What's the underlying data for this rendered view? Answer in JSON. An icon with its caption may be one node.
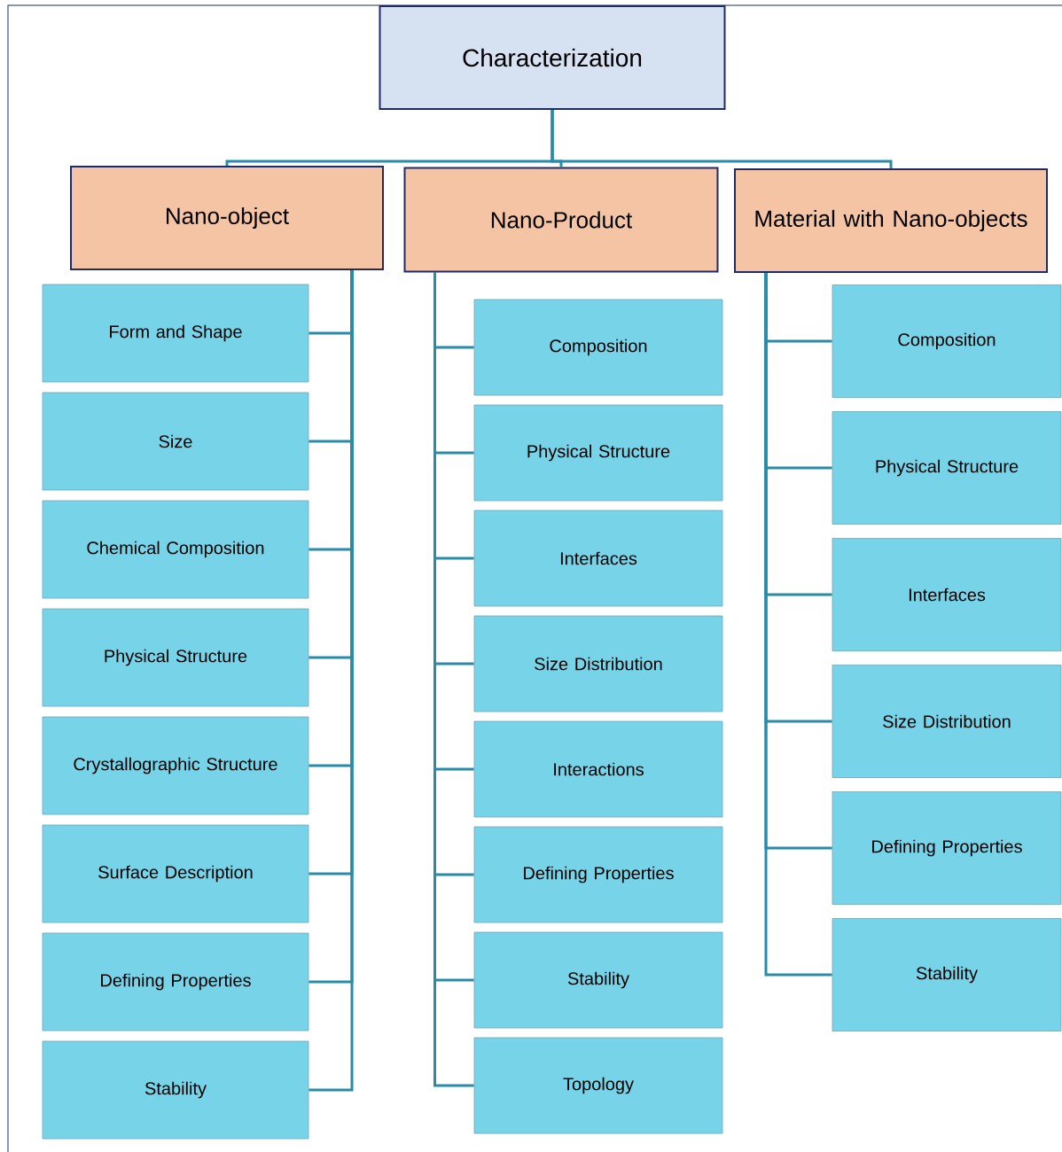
{
  "diagram": {
    "nodes": [
      {
        "text": [
          "Characterization"
        ]
      },
      {
        "text": [
          "Nano-object"
        ]
      },
      {
        "text": [
          "Nano-Product"
        ]
      },
      {
        "text": [
          "Material with Nano-objects"
        ]
      },
      {
        "text": [
          "Form and Shape"
        ]
      },
      {
        "text": [
          "Size"
        ]
      },
      {
        "text": [
          "Chemical Composition"
        ]
      },
      {
        "text": [
          "Physical Structure"
        ]
      },
      {
        "text": [
          "Crystallographic Structure"
        ]
      },
      {
        "text": [
          "Surface Description"
        ]
      },
      {
        "text": [
          "Defining Properties"
        ]
      },
      {
        "text": [
          "Stability"
        ]
      },
      {
        "text": [
          "Composition"
        ]
      },
      {
        "text": [
          "Physical Structure"
        ]
      },
      {
        "text": [
          "Interfaces"
        ]
      },
      {
        "text": [
          "Size Distribution"
        ]
      },
      {
        "text": [
          "Interactions"
        ]
      },
      {
        "text": [
          "Defining Properties"
        ]
      },
      {
        "text": [
          "Stability"
        ]
      },
      {
        "text": [
          "Topology"
        ]
      },
      {
        "text": [
          "Composition"
        ]
      },
      {
        "text": [
          "Physical Structure"
        ]
      },
      {
        "text": [
          "Interfaces"
        ]
      },
      {
        "text": [
          "Size Distribution"
        ]
      },
      {
        "text": [
          "Defining Properties"
        ]
      },
      {
        "text": [
          "Stability"
        ]
      }
    ],
    "edges": [
      {
        "from": 0,
        "to": 1,
        "arrow": "none"
      },
      {
        "from": 0,
        "to": 2,
        "arrow": "none"
      },
      {
        "from": 0,
        "to": 3,
        "arrow": "none"
      },
      {
        "from": 1,
        "to": 4,
        "arrow": "none"
      },
      {
        "from": 1,
        "to": 5,
        "arrow": "none"
      },
      {
        "from": 1,
        "to": 6,
        "arrow": "none"
      },
      {
        "from": 1,
        "to": 7,
        "arrow": "none"
      },
      {
        "from": 1,
        "to": 8,
        "arrow": "none"
      },
      {
        "from": 1,
        "to": 9,
        "arrow": "none"
      },
      {
        "from": 1,
        "to": 10,
        "arrow": "none"
      },
      {
        "from": 1,
        "to": 11,
        "arrow": "none"
      },
      {
        "from": 2,
        "to": 12,
        "arrow": "none"
      },
      {
        "from": 2,
        "to": 13,
        "arrow": "none"
      },
      {
        "from": 2,
        "to": 14,
        "arrow": "none"
      },
      {
        "from": 2,
        "to": 15,
        "arrow": "none"
      },
      {
        "from": 2,
        "to": 16,
        "arrow": "none"
      },
      {
        "from": 2,
        "to": 17,
        "arrow": "none"
      },
      {
        "from": 2,
        "to": 18,
        "arrow": "none"
      },
      {
        "from": 2,
        "to": 19,
        "arrow": "none"
      },
      {
        "from": 3,
        "to": 20,
        "arrow": "none"
      },
      {
        "from": 3,
        "to": 21,
        "arrow": "none"
      },
      {
        "from": 3,
        "to": 22,
        "arrow": "none"
      },
      {
        "from": 3,
        "to": 23,
        "arrow": "none"
      },
      {
        "from": 3,
        "to": 24,
        "arrow": "none"
      },
      {
        "from": 3,
        "to": 25,
        "arrow": "none"
      }
    ]
  }
}
